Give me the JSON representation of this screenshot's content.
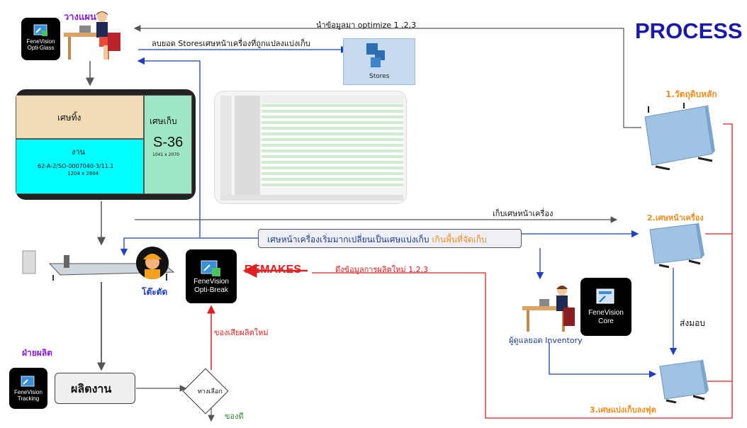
{
  "title": "PROCESS",
  "labels": {
    "planning": "วางแผน",
    "top_arrow": "นำข้อมูลมา optimize 1 ,2,3",
    "stores_arrow": "ลบยอด Storesเศษหน้าเครื่องที่ถูกแปลงแบ่งเก็บ",
    "stores": "Stores",
    "raw_material": "1.วัตถุดิบหลัก",
    "keep_offcut": "เก็บเศษหน้าเครื่อง",
    "machine_offcut": "2.เศษหน้าเครื่อง",
    "banner_text": "เศษหน้าเครื่องเริ่มมากเปลี่ยนเป็นเศษแบ่งเก็บ ",
    "banner_highlight": "เกินพื้นที่จัดเก็บ",
    "remakes": "REMAKES",
    "pull_data": "ดึงข้อมูลการผลิตใหม่ 1,2,3",
    "cutting_table": "โต๊ะตัด",
    "defect_new": "ของเสียผลิตใหม่",
    "production_dept": "ฝ่ายผลิต",
    "produce": "ผลิตงาน",
    "choice": "ทางเลือก",
    "good": "ของดี",
    "deliver": "ส่งมอบ",
    "inventory_owner": "ผู้ดูแลยอด Inventory",
    "stored_offcut": "3.เศษแบ่งเก็บลงฟุต"
  },
  "layout": {
    "waste": "เศษทิ้ง",
    "keep": "เศษเก็บ",
    "code": "S-36",
    "keep_size": "1041 x 2070",
    "job": "งาน",
    "job_ref": "62-A-2/SO-0007040-3/11.1",
    "job_size": "1204 x 2604"
  },
  "apps": {
    "opti_glass": [
      "FeneVision",
      "Opti-Glass"
    ],
    "opti_break": [
      "FeneVision",
      "Opti-Break"
    ],
    "core": [
      "FeneVision",
      "Core"
    ],
    "tracking": [
      "FeneVision",
      "Tracking"
    ]
  },
  "colors": {
    "title": "#1a1aa8",
    "orange": "#f28c1e",
    "purple": "#8a1fd0",
    "red_flow": "#e02020",
    "blue_flow": "#1f3fbf",
    "teal_label": "#1e3a8a"
  },
  "icons": [
    "person-at-desk",
    "stores-icon",
    "glass-rack",
    "cutting-machine",
    "worker-helmet",
    "screen-table"
  ]
}
